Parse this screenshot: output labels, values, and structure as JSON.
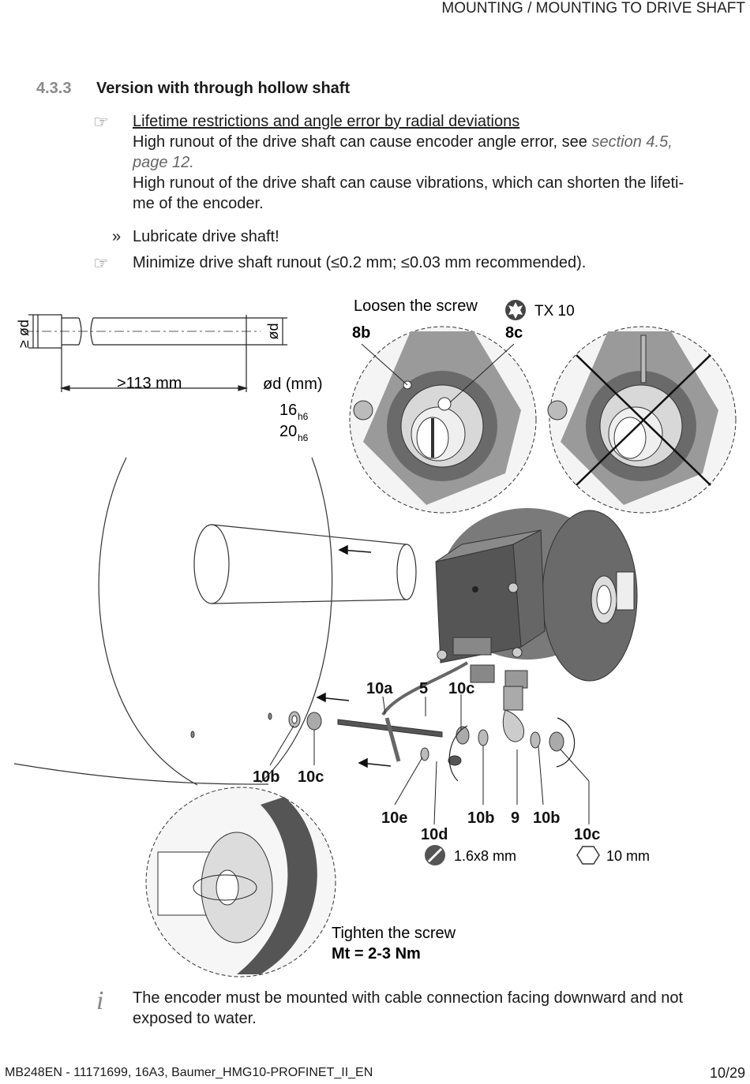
{
  "header": {
    "title": "MOUNTING / MOUNTING TO DRIVE SHAFT"
  },
  "section": {
    "number": "4.3.3",
    "title": "Version with through hollow shaft"
  },
  "note1": {
    "heading": "Lifetime restrictions and angle error by radial deviations",
    "line1": "High runout of the drive shaft can cause encoder angle error, see ",
    "ref": "section 4.5,",
    "ref2": "page 12.",
    "line2": "High runout of the drive shaft can cause vibrations, which can shorten the lifeti-",
    "line3": "me of the encoder."
  },
  "step": {
    "marker": "»",
    "text": "Lubricate drive shaft!"
  },
  "note2": {
    "text": "Minimize drive shaft runout (≤0.2 mm; ≤0.03 mm recommended)."
  },
  "figure": {
    "loosen": "Loosen the screw",
    "tx": "TX 10",
    "label_8b": "8b",
    "label_8c": "8c",
    "shaft_len": ">113 mm",
    "od_left": "≥ ød",
    "od_right": "ød",
    "od_mm": "ød (mm)",
    "d1": "16",
    "d2": "20",
    "tol": "h6",
    "l10a": "10a",
    "l5": "5",
    "l10c_top": "10c",
    "l10b_a": "10b",
    "l10c_a": "10c",
    "l10e": "10e",
    "l10d": "10d",
    "l10b_b": "10b",
    "l9": "9",
    "l10b_c": "10b",
    "l10c_b": "10c",
    "tool1": "1.6x8 mm",
    "tool2": "10 mm",
    "tighten": "Tighten the screw",
    "torque": "Mt = 2-3 Nm"
  },
  "info": {
    "line1": "The encoder must be mounted with cable connection facing downward and not",
    "line2": "exposed to water."
  },
  "footer": {
    "doc": "MB248EN - 11171699, 16A3, Baumer_HMG10-PROFINET_II_EN",
    "page": "10/29"
  }
}
